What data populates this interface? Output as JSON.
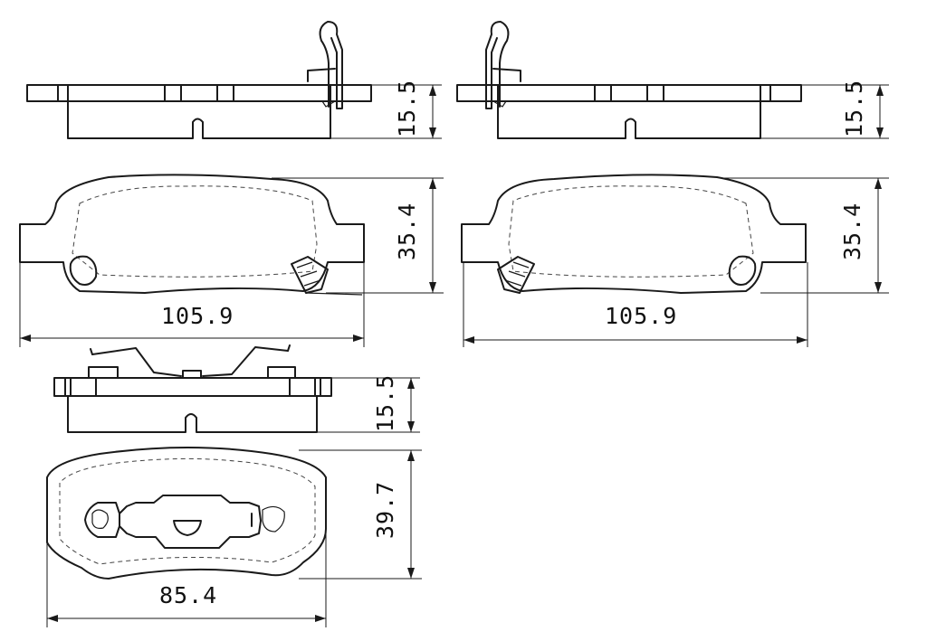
{
  "dimensions": {
    "top_left_thickness": "15.5",
    "top_right_thickness": "15.5",
    "mid_left_height": "35.4",
    "mid_right_height": "35.4",
    "mid_left_width": "105.9",
    "mid_right_width": "105.9",
    "lower_thickness": "15.5",
    "bottom_height": "39.7",
    "bottom_width": "85.4"
  },
  "colors": {
    "line": "#1a1a1a",
    "background": "#ffffff"
  }
}
